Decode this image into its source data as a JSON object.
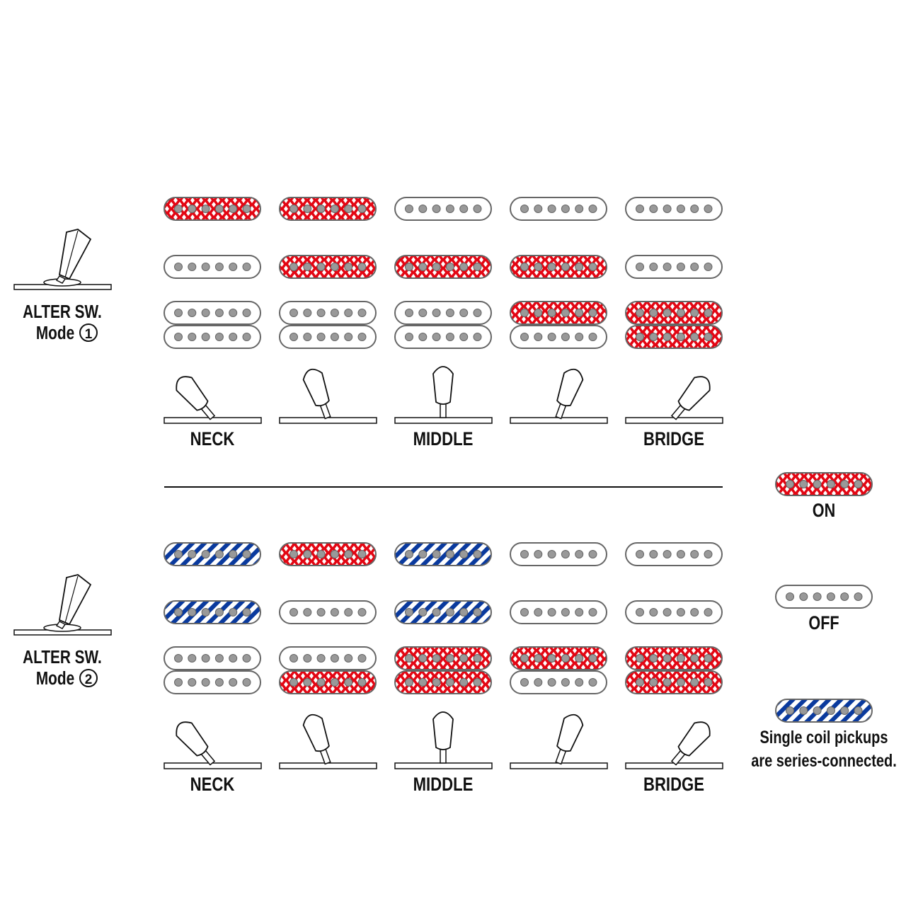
{
  "colors": {
    "on": "#e30613",
    "series": "#0a3a9e",
    "outline": "#666666",
    "pole": "#999999"
  },
  "positions": [
    "NECK",
    "",
    "MIDDLE",
    "",
    "BRIDGE"
  ],
  "modes": [
    {
      "title": "ALTER SW.",
      "mode_label": "Mode",
      "mode_number": "1",
      "states": [
        [
          "on",
          "off",
          "off",
          "off"
        ],
        [
          "on",
          "on",
          "off",
          "off"
        ],
        [
          "off",
          "on",
          "off",
          "off"
        ],
        [
          "off",
          "on",
          "on",
          "off"
        ],
        [
          "off",
          "off",
          "on",
          "on"
        ]
      ]
    },
    {
      "title": "ALTER SW.",
      "mode_label": "Mode",
      "mode_number": "2",
      "states": [
        [
          "series",
          "series",
          "off",
          "off"
        ],
        [
          "on",
          "off",
          "off",
          "on"
        ],
        [
          "series",
          "series",
          "on",
          "on"
        ],
        [
          "off",
          "off",
          "on",
          "off"
        ],
        [
          "off",
          "off",
          "on",
          "on"
        ]
      ]
    }
  ],
  "legend": [
    {
      "state": "on",
      "label": "ON"
    },
    {
      "state": "off",
      "label": "OFF"
    },
    {
      "state": "series",
      "label": "Single coil pickups",
      "label2": "are series-connected."
    }
  ]
}
